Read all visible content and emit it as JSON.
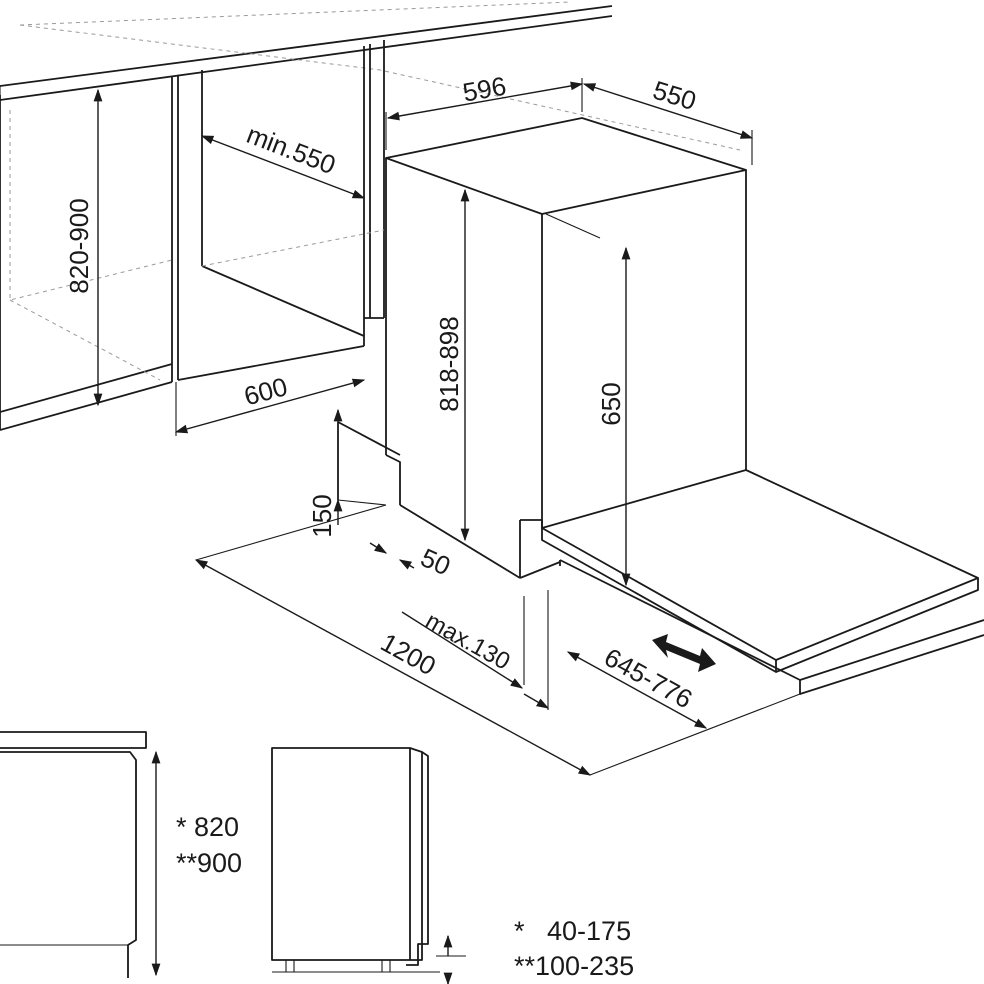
{
  "dimensions": {
    "cabinet_height": "820-900",
    "min_depth": "min.550",
    "niche_width": "600",
    "appliance_width": "596",
    "appliance_depth": "550",
    "appliance_height": "818-898",
    "door_height": "650",
    "plinth_height": "150",
    "plinth_setback": "50",
    "door_travel": "max.130",
    "open_clearance": "1200",
    "door_depth_range": "645-776"
  },
  "side_view": {
    "height_line_1": "* 820",
    "height_line_2": "**900"
  },
  "legend": {
    "line_1": "*   40-175",
    "line_2": "**100-235"
  }
}
